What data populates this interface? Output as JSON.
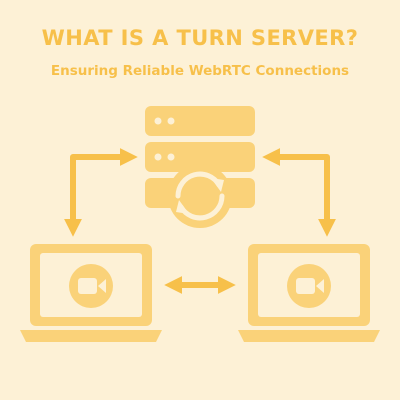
{
  "header": {
    "title": "WHAT IS A TURN SERVER?",
    "subtitle": "Ensuring Reliable WebRTC Connections"
  },
  "diagram": {
    "nodes": {
      "server": {
        "icon": "server-rack-icon",
        "badge_icon": "sync-icon"
      },
      "left_laptop": {
        "icon": "laptop-icon",
        "screen_icon": "video-camera-icon"
      },
      "right_laptop": {
        "icon": "laptop-icon",
        "screen_icon": "video-camera-icon"
      }
    },
    "connections": [
      {
        "from": "left_laptop",
        "to": "server",
        "icon": "bidirectional-arrow-icon"
      },
      {
        "from": "right_laptop",
        "to": "server",
        "icon": "bidirectional-arrow-icon"
      },
      {
        "from": "left_laptop",
        "to": "right_laptop",
        "icon": "bidirectional-arrow-icon"
      }
    ]
  },
  "colors": {
    "background": "#fdf1d6",
    "accent": "#f7c04a",
    "icon_fill": "#fad279",
    "icon_detail": "#fdf1d6"
  }
}
